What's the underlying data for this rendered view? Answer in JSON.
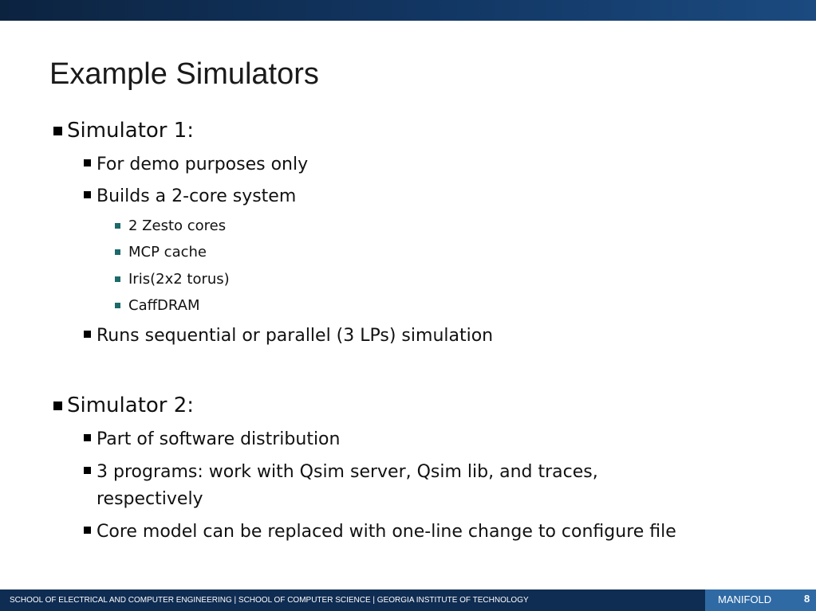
{
  "slide": {
    "title": "Example Simulators"
  },
  "bullets": [
    {
      "text": "Simulator 1:"
    },
    {
      "text": "For demo purposes only"
    },
    {
      "text": "Builds a 2-core system"
    },
    {
      "text": "2 Zesto cores"
    },
    {
      "text": "MCP cache"
    },
    {
      "text": "Iris(2x2 torus)"
    },
    {
      "text": "CaffDRAM"
    },
    {
      "text": "Runs sequential or parallel (3 LPs) simulation"
    },
    {
      "text": "Simulator 2:"
    },
    {
      "text": "Part of software distribution"
    },
    {
      "text": "3 programs: work with Qsim server, Qsim lib, and traces, respectively"
    },
    {
      "text": "Core model can be replaced with one-line change to configure file"
    }
  ],
  "footer": {
    "text": "SCHOOL OF ELECTRICAL AND COMPUTER ENGINEERING | SCHOOL OF COMPUTER SCIENCE | GEORGIA INSTITUTE OF TECHNOLOGY",
    "project": "MANIFOLD",
    "page": "8"
  },
  "colors": {
    "header_bar": "#123764",
    "footer_bar": "#0f2c52",
    "footer_accent": "#2f6aa5",
    "level3_bullet": "#1d6a6a"
  }
}
